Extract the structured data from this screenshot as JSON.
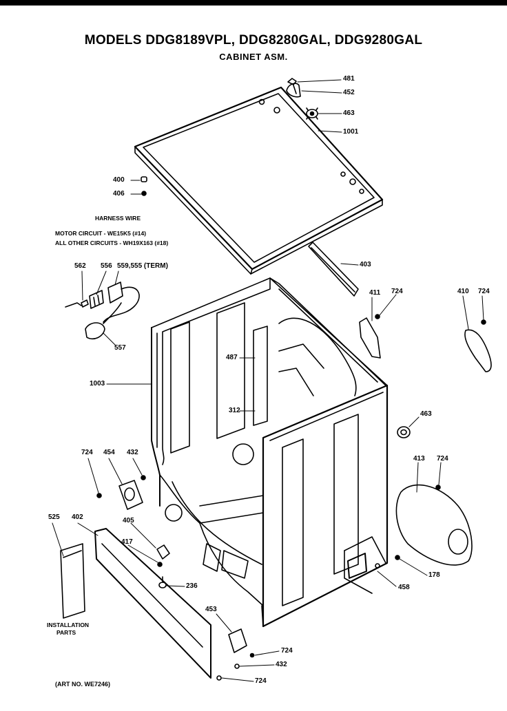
{
  "title": "MODELS DDG8189VPL, DDG8280GAL, DDG9280GAL",
  "subtitle": "CABINET ASM.",
  "harness": {
    "heading": "HARNESS WIRE",
    "line1": "MOTOR CIRCUIT - WE15K5 (#14)",
    "line2": "ALL OTHER CIRCUITS - WH19X163 (#18)"
  },
  "installation": {
    "line1": "INSTALLATION",
    "line2": "PARTS"
  },
  "art_no": "(ART NO. WE7246)",
  "callouts": {
    "c481": "481",
    "c452": "452",
    "c463a": "463",
    "c1001": "1001",
    "c400": "400",
    "c406": "406",
    "c403": "403",
    "c562": "562",
    "c556": "556",
    "c559": "559,555 (TERM)",
    "c557": "557",
    "c411": "411",
    "c724a": "724",
    "c410": "410",
    "c724b": "724",
    "c487": "487",
    "c1003": "1003",
    "c312": "312",
    "c463b": "463",
    "c724c": "724",
    "c454": "454",
    "c432a": "432",
    "c413": "413",
    "c724d": "724",
    "c525": "525",
    "c402": "402",
    "c405": "405",
    "c417": "417",
    "c236": "236",
    "c178": "178",
    "c458": "458",
    "c453": "453",
    "c724e": "724",
    "c432b": "432",
    "c724f": "724"
  }
}
